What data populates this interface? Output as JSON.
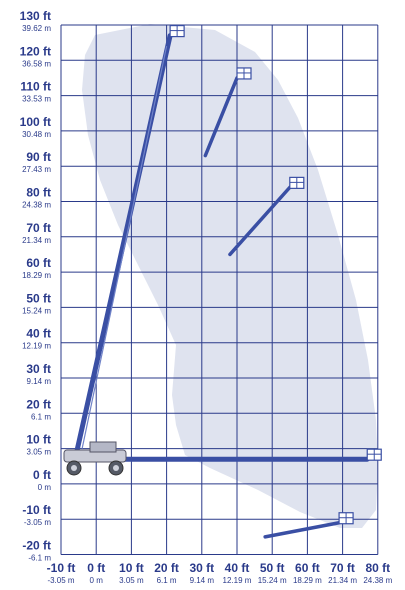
{
  "chart_data": {
    "type": "diagram",
    "ticks_y": [
      {
        "ft": "130 ft",
        "m": "39.62 m"
      },
      {
        "ft": "120 ft",
        "m": "36.58 m"
      },
      {
        "ft": "110 ft",
        "m": "33.53 m"
      },
      {
        "ft": "100 ft",
        "m": "30.48 m"
      },
      {
        "ft": "90 ft",
        "m": "27.43 m"
      },
      {
        "ft": "80 ft",
        "m": "24.38 m"
      },
      {
        "ft": "70 ft",
        "m": "21.34 m"
      },
      {
        "ft": "60 ft",
        "m": "18.29 m"
      },
      {
        "ft": "50 ft",
        "m": "15.24 m"
      },
      {
        "ft": "40 ft",
        "m": "12.19 m"
      },
      {
        "ft": "30 ft",
        "m": "9.14 m"
      },
      {
        "ft": "20 ft",
        "m": "6.1 m"
      },
      {
        "ft": "10 ft",
        "m": "3.05 m"
      },
      {
        "ft": "0 ft",
        "m": "0 m"
      },
      {
        "ft": "-10 ft",
        "m": "-3.05 m"
      },
      {
        "ft": "-20 ft",
        "m": "-6.1 m"
      }
    ],
    "ticks_x": [
      {
        "ft": "-10 ft",
        "m": "-3.05 m"
      },
      {
        "ft": "0 ft",
        "m": "0 m"
      },
      {
        "ft": "10 ft",
        "m": "3.05 m"
      },
      {
        "ft": "20 ft",
        "m": "6.1 m"
      },
      {
        "ft": "30 ft",
        "m": "9.14 m"
      },
      {
        "ft": "40 ft",
        "m": "12.19 m"
      },
      {
        "ft": "50 ft",
        "m": "15.24 m"
      },
      {
        "ft": "60 ft",
        "m": "18.29 m"
      },
      {
        "ft": "70 ft",
        "m": "21.34 m"
      },
      {
        "ft": "80 ft",
        "m": "24.38 m"
      }
    ],
    "xlim_ft": [
      -10,
      80
    ],
    "ylim_ft": [
      -20,
      130
    ],
    "boom_positions_ft": [
      {
        "name": "max-height",
        "from": [
          -6,
          7
        ],
        "to": [
          21,
          127
        ]
      },
      {
        "name": "high-reach",
        "from": [
          31,
          93
        ],
        "to": [
          40,
          115
        ]
      },
      {
        "name": "mid-reach",
        "from": [
          38,
          65
        ],
        "to": [
          55,
          84
        ]
      },
      {
        "name": "max-outreach",
        "from": [
          -6,
          7
        ],
        "to": [
          77,
          7
        ]
      },
      {
        "name": "below-grade",
        "from": [
          48,
          -15
        ],
        "to": [
          69,
          -11
        ]
      }
    ],
    "colors": {
      "grid": "#2a3a8a",
      "envelope": "#dfe3ef",
      "boom": "#3a4fa4",
      "text": "#2a3a8a"
    }
  }
}
